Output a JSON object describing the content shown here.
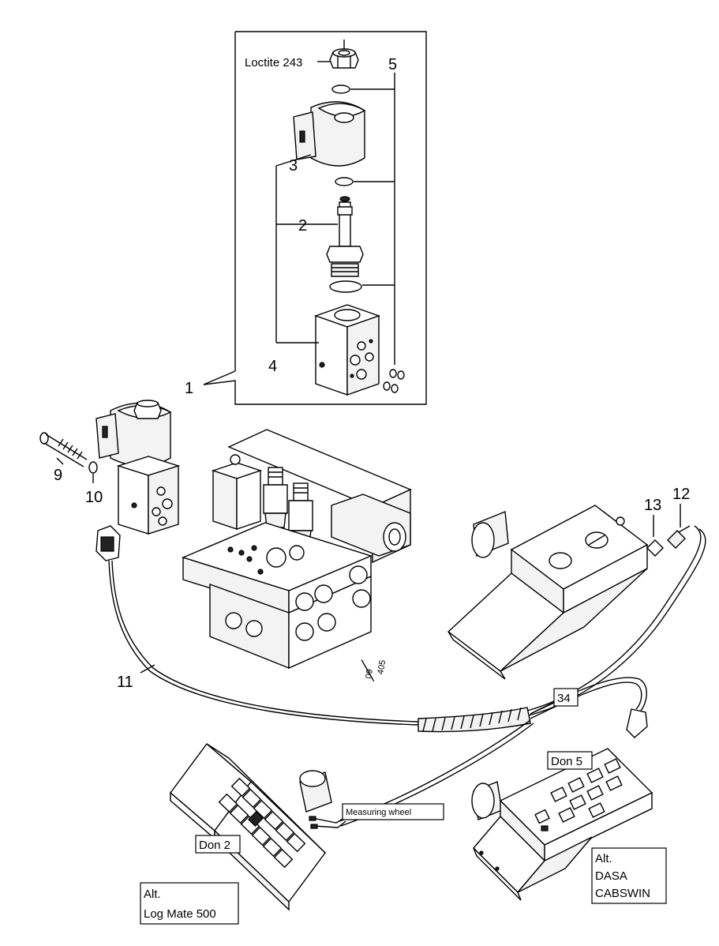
{
  "callouts": {
    "c1": "1",
    "c2": "2",
    "c3": "3",
    "c4": "4",
    "c5": "5",
    "c9": "9",
    "c10": "10",
    "c11": "11",
    "c12": "12",
    "c13": "13",
    "c34": "34"
  },
  "notes": {
    "loctite": "Loctite 243",
    "drawing_ref_top": "09",
    "drawing_ref_bottom": "405",
    "measuring_wheel": "Measuring wheel",
    "don2": "Don 2",
    "don5": "Don 5",
    "alt_logmate_line1": "Alt.",
    "alt_logmate_line2": "Log Mate 500",
    "alt_dasa_line1": "Alt.",
    "alt_dasa_line2": "DASA",
    "alt_dasa_line3": "CABSWIN"
  }
}
